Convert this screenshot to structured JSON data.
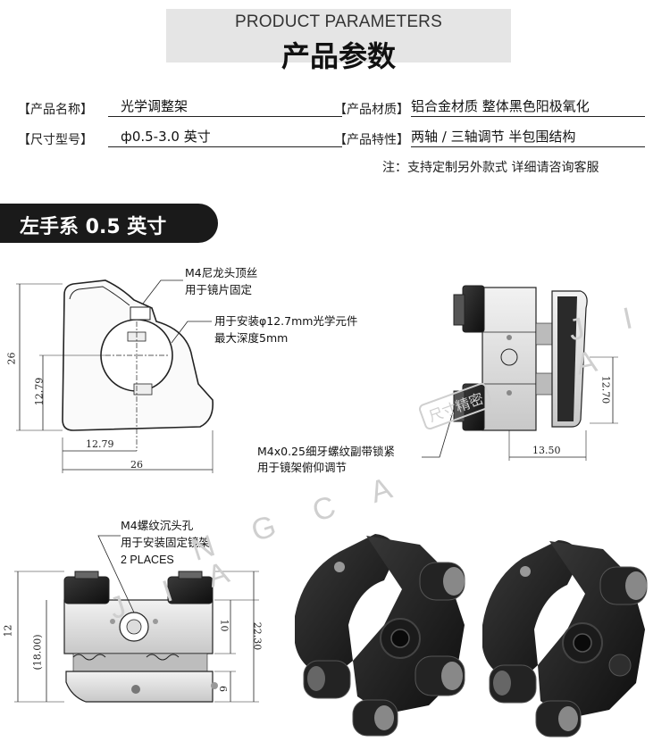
{
  "header": {
    "title_en": "PRODUCT PARAMETERS",
    "title_zh": "产品参数"
  },
  "params": [
    {
      "label": "【产品名称】",
      "value": "光学调整架"
    },
    {
      "label": "【产品材质】",
      "value": "铝合金材质 整体黑色阳极氧化"
    },
    {
      "label": "【尺寸型号】",
      "value": "ф0.5-3.0 英寸"
    },
    {
      "label": "【产品特性】",
      "value": "两轴 / 三轴调节 半包围结构"
    }
  ],
  "note": "注：支持定制另外款式 详细请咨询客服",
  "section_title": "左手系 0.5 英寸",
  "callouts": {
    "setscrew_1": "M4尼龙头顶丝",
    "setscrew_2": "用于镜片固定",
    "optic_1": "用于安装φ12.7mm光学元件",
    "optic_2": "最大深度5mm",
    "thread_1": "M4x0.25细牙螺纹副带锁紧",
    "thread_2": "用于镜架俯仰调节",
    "counterbore_1": "M4螺纹沉头孔",
    "counterbore_2": "用于安装固定镜架",
    "counterbore_3": "2 PLACES"
  },
  "dimensions": {
    "front_height": "26",
    "front_center_y": "12.79",
    "front_center_x": "12.79",
    "front_width": "26",
    "side_height": "12.70",
    "side_depth": "13.50",
    "bottom_left_1": "12",
    "bottom_left_2": "(18.00)",
    "bottom_10": "10",
    "bottom_total": "22.30",
    "bottom_6": "6"
  },
  "watermarks": {
    "letters_1": "J I A",
    "letters_2": "N G C A",
    "letters_3": "J I A",
    "stamp": "尺寸精密"
  }
}
